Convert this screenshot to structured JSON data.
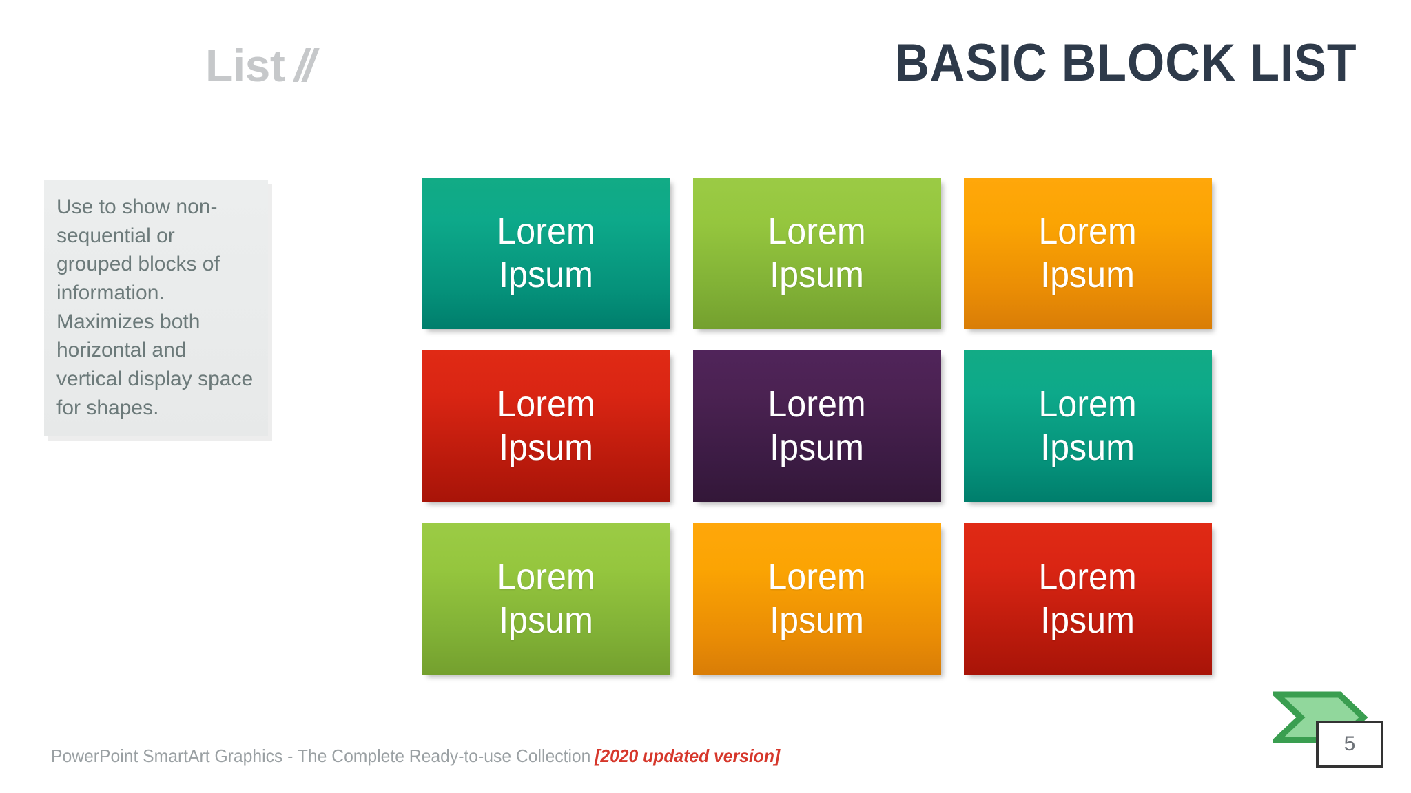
{
  "header": {
    "kicker_word": "List",
    "kicker_slashes": "//",
    "title": "BASIC BLOCK LIST"
  },
  "description": {
    "text": "Use to show non-sequential or grouped blocks of information. Maximizes both horizontal and vertical display space for shapes."
  },
  "blocks": [
    {
      "label": "Lorem\nIpsum",
      "color_name": "teal",
      "gradient_top": "#12ab85",
      "gradient_bottom": "#007e6c"
    },
    {
      "label": "Lorem\nIpsum",
      "color_name": "green",
      "gradient_top": "#9bcb45",
      "gradient_bottom": "#74a02e"
    },
    {
      "label": "Lorem\nIpsum",
      "color_name": "orange",
      "gradient_top": "#ffa70a",
      "gradient_bottom": "#d97d06"
    },
    {
      "label": "Lorem\nIpsum",
      "color_name": "red",
      "gradient_top": "#e02a15",
      "gradient_bottom": "#a81408"
    },
    {
      "label": "Lorem\nIpsum",
      "color_name": "purple",
      "gradient_top": "#50245a",
      "gradient_bottom": "#331738"
    },
    {
      "label": "Lorem\nIpsum",
      "color_name": "teal",
      "gradient_top": "#12ab85",
      "gradient_bottom": "#007e6c"
    },
    {
      "label": "Lorem\nIpsum",
      "color_name": "green",
      "gradient_top": "#9bcb45",
      "gradient_bottom": "#74a02e"
    },
    {
      "label": "Lorem\nIpsum",
      "color_name": "orange",
      "gradient_top": "#ffa70a",
      "gradient_bottom": "#d97d06"
    },
    {
      "label": "Lorem\nIpsum",
      "color_name": "red",
      "gradient_top": "#e02a15",
      "gradient_bottom": "#a81408"
    }
  ],
  "footer": {
    "text": "PowerPoint SmartArt Graphics - The Complete Ready-to-use Collection",
    "version": "[2020 updated version]",
    "version_color": "#d6372b"
  },
  "page_badge": {
    "number": "5",
    "chevron_fill": "#91d79c",
    "chevron_stroke": "#3a9e50",
    "box_border": "#333333"
  },
  "theme": {
    "background": "#ffffff",
    "title_color": "#2e3a4a",
    "kicker_color": "#c6c8ca",
    "body_text_color": "#6c7a7a",
    "card_background": "#eceeee",
    "footer_color": "#9aa0a3"
  }
}
